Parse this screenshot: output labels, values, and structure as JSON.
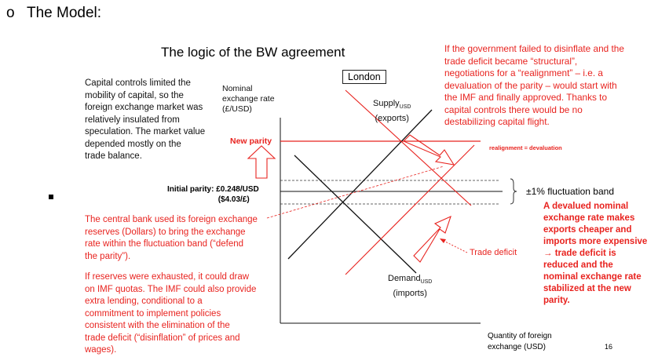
{
  "slide": {
    "heading_bullet": "o",
    "heading": "The Model:",
    "title": "The logic of the BW agreement",
    "page_number": "16"
  },
  "left_text": {
    "capital_controls": [
      "Capital controls limited the",
      "mobility of capital, so the",
      "foreign exchange market was",
      "relatively insulated from",
      "speculation. The market value",
      "depended mostly on the",
      "trade balance."
    ],
    "central_bank": [
      "The central bank used its foreign exchange",
      "reserves (Dollars) to bring the exchange",
      "rate within the fluctuation band (“defend",
      "the parity”)."
    ],
    "reserves": [
      "If reserves were exhausted, it could draw",
      "on IMF quotas. The IMF could also provide",
      "extra lending, conditional to a",
      "commitment to implement policies",
      "consistent with the elimination of the",
      "trade deficit (“disinflation” of prices and",
      "wages)."
    ]
  },
  "right_text": {
    "government": [
      "If the government failed to disinflate and the",
      "trade deficit became “structural”,",
      "negotiations for a “realignment” – i.e. a",
      "devaluation of the parity – would start with",
      "the IMF and finally approved. Thanks to",
      "capital controls there would be no",
      "destabilizing capital flight."
    ],
    "devalued": [
      "A devalued nominal",
      "exchange rate makes",
      "exports cheaper and",
      "imports more expensive",
      "→ trade deficit is",
      "reduced and the",
      "nominal exchange rate",
      "stabilized at the new",
      "parity."
    ]
  },
  "diagram": {
    "market_label": "London",
    "y_axis_label": [
      "Nominal",
      "exchange rate",
      "(£/USD)"
    ],
    "x_axis_label": [
      "Quantity of foreign",
      "exchange (USD)"
    ],
    "supply_label": "Supply",
    "supply_sub": "USD",
    "supply_paren": "(exports)",
    "demand_label": "Demand",
    "demand_sub": "USD",
    "demand_paren": "(imports)",
    "new_parity": "New parity",
    "initial_parity": [
      "Initial parity: £0.248/USD",
      "($4.03/£)"
    ],
    "realignment": "realignment = devaluation",
    "fluctuation_band": "±1% fluctuation band",
    "trade_deficit": "Trade deficit",
    "colors": {
      "red": "#e8231f",
      "black": "#111111"
    }
  }
}
